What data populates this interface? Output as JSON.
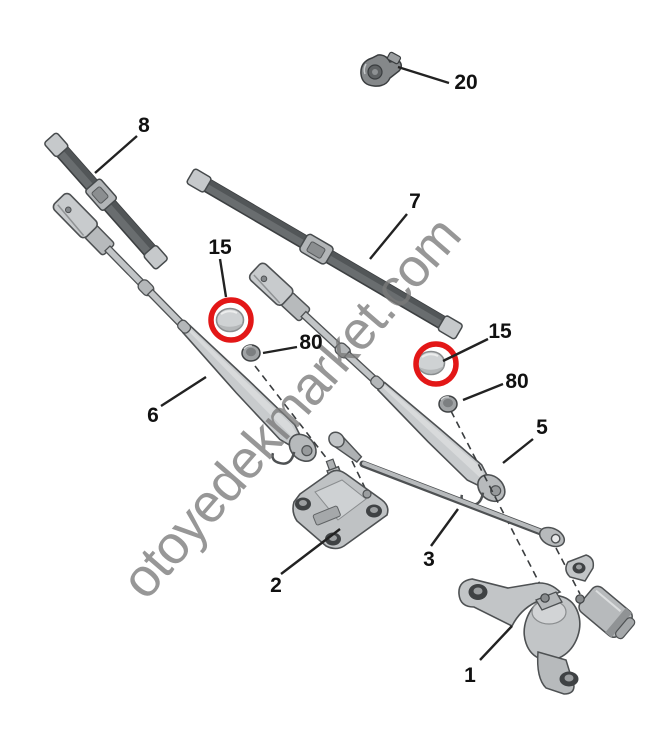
{
  "diagram": {
    "watermark": "otoyedekmarket.com",
    "callouts": [
      {
        "label": "20",
        "part": "rain-sensor-clip"
      },
      {
        "label": "8",
        "part": "wiper-blade-left"
      },
      {
        "label": "7",
        "part": "wiper-blade-right"
      },
      {
        "label": "15",
        "part": "pivot-cap-left"
      },
      {
        "label": "80",
        "part": "pivot-nut-left"
      },
      {
        "label": "15",
        "part": "pivot-cap-right"
      },
      {
        "label": "80",
        "part": "pivot-nut-right"
      },
      {
        "label": "5",
        "part": "wiper-arm-right"
      },
      {
        "label": "6",
        "part": "wiper-arm-left"
      },
      {
        "label": "2",
        "part": "mounting-bracket"
      },
      {
        "label": "3",
        "part": "linkage-rod"
      },
      {
        "label": "1",
        "part": "wiper-motor-linkage-assembly"
      }
    ],
    "colors": {
      "highlight_red": "#e31717",
      "label_black": "#111111",
      "watermark_gray": "#7a7a7a"
    }
  }
}
